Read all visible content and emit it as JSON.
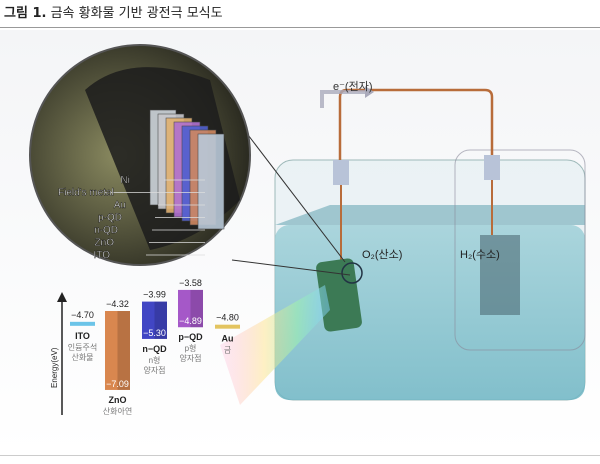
{
  "title": {
    "label": "그림 1.",
    "text": "금속 황화물 기반 광전극 모식도"
  },
  "tank": {
    "electron_label": "e⁻(전자)",
    "o2_label": "O₂(산소)",
    "h2_label": "H₂(수소)"
  },
  "layers": [
    "Ni",
    "Field's metal",
    "Au",
    "p-QD",
    "n-QD",
    "ZnO",
    "ITO"
  ],
  "energy": {
    "axis_label": "Energy(eV)",
    "materials": [
      {
        "name": "ITO",
        "desc": "인듐주석 산화물",
        "top": -4.7,
        "top_label": "−4.70",
        "color": "#6cc4e8"
      },
      {
        "name": "ZnO",
        "desc": "산화아연",
        "top": -4.32,
        "bottom": -7.09,
        "top_label": "−4.32",
        "bottom_label": "−7.09",
        "color": "#d9874f"
      },
      {
        "name": "n−QD",
        "desc": "n형 양자점",
        "top": -3.99,
        "bottom": -5.3,
        "top_label": "−3.99",
        "bottom_label": "−5.30",
        "color": "#4146c4"
      },
      {
        "name": "p−QD",
        "desc": "p형 양자점",
        "top": -3.58,
        "bottom": -4.89,
        "top_label": "−3.58",
        "bottom_label": "−4.89",
        "color": "#a558c8"
      },
      {
        "name": "Au",
        "desc": "금",
        "top": -4.8,
        "top_label": "−4.80",
        "color": "#e3c460"
      }
    ]
  }
}
